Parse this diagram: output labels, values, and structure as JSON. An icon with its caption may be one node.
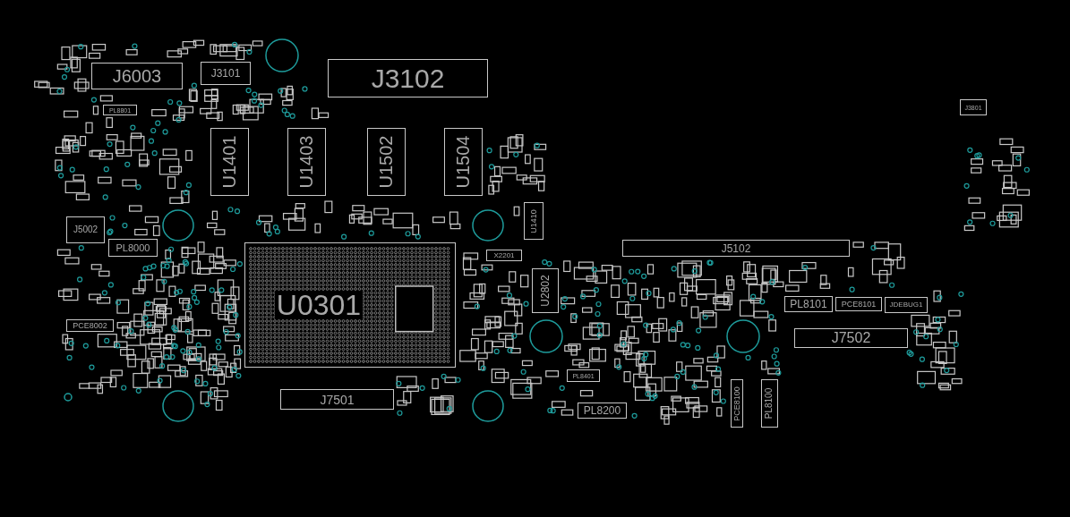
{
  "diagram": {
    "nodes": [
      {
        "text": [
          "J6003"
        ]
      },
      {
        "text": [
          "J3101"
        ]
      },
      {
        "text": [
          "J3102"
        ]
      },
      {
        "text": [
          "U1401"
        ]
      },
      {
        "text": [
          "U1403"
        ]
      },
      {
        "text": [
          "U1502"
        ]
      },
      {
        "text": [
          "U1504"
        ]
      },
      {
        "text": [
          "J5002"
        ]
      },
      {
        "text": [
          "PL8000"
        ]
      },
      {
        "text": [
          "PCE8002"
        ]
      },
      {
        "text": [
          "U0301"
        ]
      },
      {
        "text": [
          "J7501"
        ]
      },
      {
        "text": [
          "X2201"
        ]
      },
      {
        "text": [
          "U1410"
        ]
      },
      {
        "text": [
          "U2802"
        ]
      },
      {
        "text": [
          "J5102"
        ]
      },
      {
        "text": [
          "PL8401"
        ]
      },
      {
        "text": [
          "PL8200"
        ]
      },
      {
        "text": [
          "PCE8100"
        ]
      },
      {
        "text": [
          "PL8100"
        ]
      },
      {
        "text": [
          "PL8101"
        ]
      },
      {
        "text": [
          "PCE8101"
        ]
      },
      {
        "text": [
          "JDEBUG1"
        ]
      },
      {
        "text": [
          "J7502"
        ]
      },
      {
        "text": [
          "J3801"
        ]
      },
      {
        "text": [
          "PL8801"
        ]
      }
    ]
  }
}
